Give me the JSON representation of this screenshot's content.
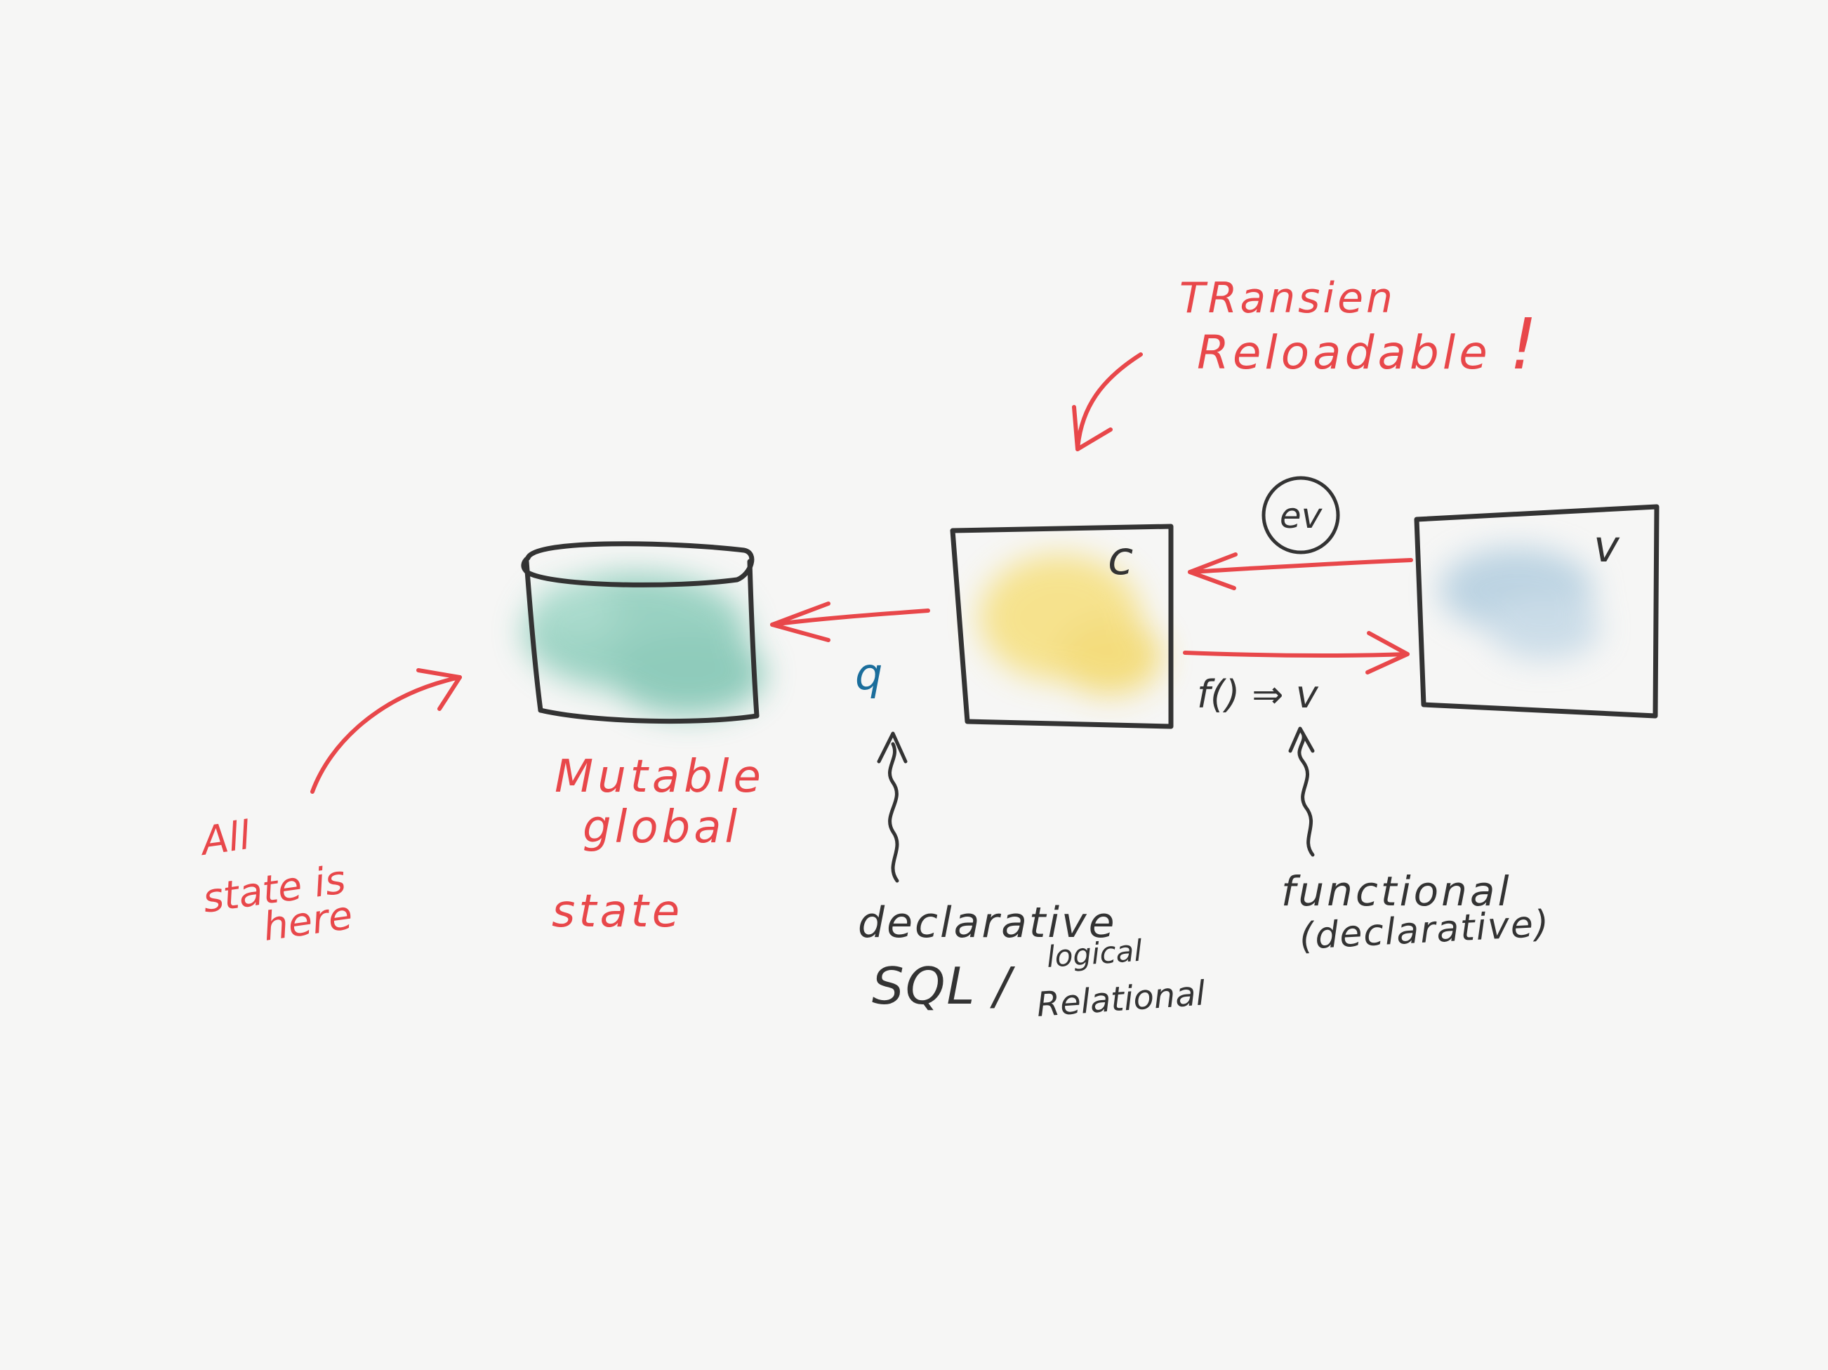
{
  "colors": {
    "background": "#f6f6f5",
    "ink": "#333333",
    "annotation_red": "#e8474a",
    "query_blue": "#1b6e9c",
    "store_fill": "#4fb59a",
    "controller_fill": "#f6d64a",
    "view_fill": "#8db7d3"
  },
  "annotations": {
    "transient_line1": "TRansien",
    "transient_line2": "Reloadable",
    "transient_bang": "!",
    "state_note_line1": "All",
    "state_note_line2": "state is",
    "state_note_line3": "here",
    "store_line1": "Mutable",
    "store_line2": "global",
    "store_line3": "state"
  },
  "nodes": {
    "store_label": "",
    "controller_label": "c",
    "view_label": "v"
  },
  "edges": {
    "event_label": "ev",
    "query_label": "q",
    "render_label": "f() ⇒ v"
  },
  "captions": {
    "query_line1": "declarative",
    "query_line2": "SQL /",
    "query_line3": "logical",
    "query_line4": "Relational",
    "render_line1": "functional",
    "render_line2": "(declarative)"
  }
}
